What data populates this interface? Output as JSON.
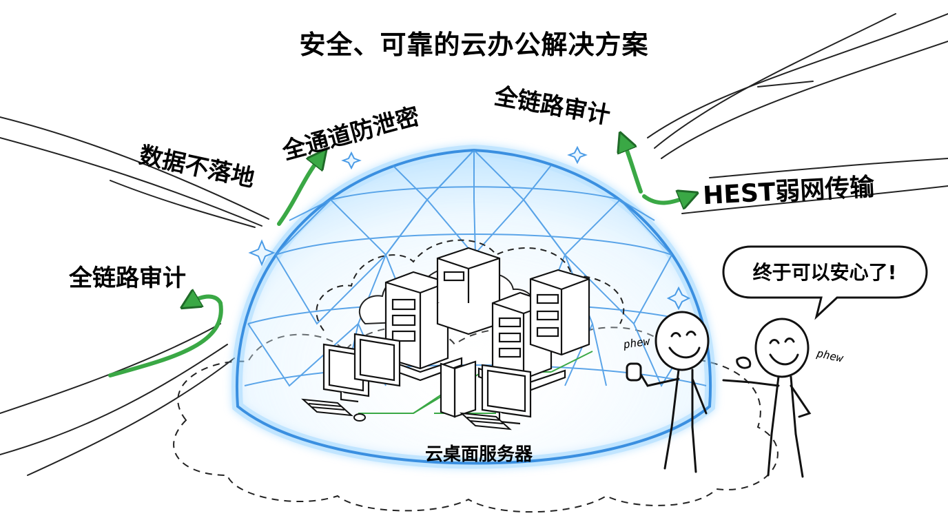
{
  "title": "安全、可靠的云办公解决方案",
  "labels": {
    "no_data_on_device": "数据不落地",
    "all_channel_leak_prevention": "全通道防泄密",
    "full_link_audit_top": "全链路审计",
    "hest_weak_network": "HEST弱网传输",
    "full_link_audit_left": "全链路审计",
    "cloud_desktop_server": "云桌面服务器"
  },
  "speech": {
    "text": "终于可以安心了!"
  },
  "sfx": {
    "phew_left": "phew",
    "phew_right": "phew"
  },
  "colors": {
    "dome_blue": "#3a8fe0",
    "dome_glow": "#8fd0ff",
    "arrow_green": "#3aa845",
    "ink": "#111111"
  },
  "icons": [
    "shield-dome-icon",
    "server-rack-icon",
    "monitor-icon",
    "keyboard-icon",
    "mouse-icon",
    "cloud-icon",
    "stick-figure-icon",
    "speech-bubble-icon",
    "sparkle-icon",
    "arrow-icon"
  ]
}
